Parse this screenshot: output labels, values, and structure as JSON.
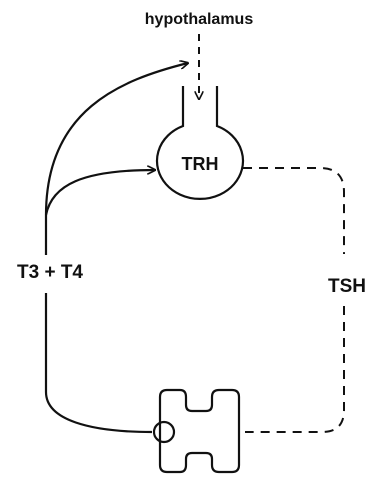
{
  "labels": {
    "hypothalamus": "hypothalamus",
    "trh": "TRH",
    "tsh": "TSH",
    "t3_t4": "T3 + T4"
  },
  "colors": {
    "ink": "#111111",
    "background": "#ffffff"
  }
}
